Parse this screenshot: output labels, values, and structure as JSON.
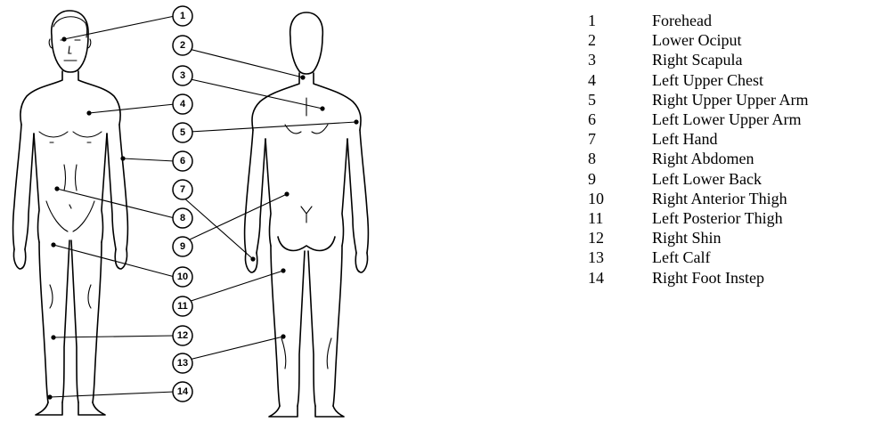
{
  "legend": [
    {
      "number": "1",
      "label": "Forehead"
    },
    {
      "number": "2",
      "label": "Lower Ociput"
    },
    {
      "number": "3",
      "label": "Right Scapula"
    },
    {
      "number": "4",
      "label": "Left Upper Chest"
    },
    {
      "number": "5",
      "label": "Right Upper Upper Arm"
    },
    {
      "number": "6",
      "label": "Left Lower Upper Arm"
    },
    {
      "number": "7",
      "label": "Left Hand"
    },
    {
      "number": "8",
      "label": "Right Abdomen"
    },
    {
      "number": "9",
      "label": "Left Lower Back"
    },
    {
      "number": "10",
      "label": "Right Anterior Thigh"
    },
    {
      "number": "11",
      "label": "Left Posterior Thigh"
    },
    {
      "number": "12",
      "label": "Right Shin"
    },
    {
      "number": "13",
      "label": "Left Calf"
    },
    {
      "number": "14",
      "label": "Right Foot Instep"
    }
  ],
  "markers": [
    "1",
    "2",
    "3",
    "4",
    "5",
    "6",
    "7",
    "8",
    "9",
    "10",
    "11",
    "12",
    "13",
    "14"
  ]
}
